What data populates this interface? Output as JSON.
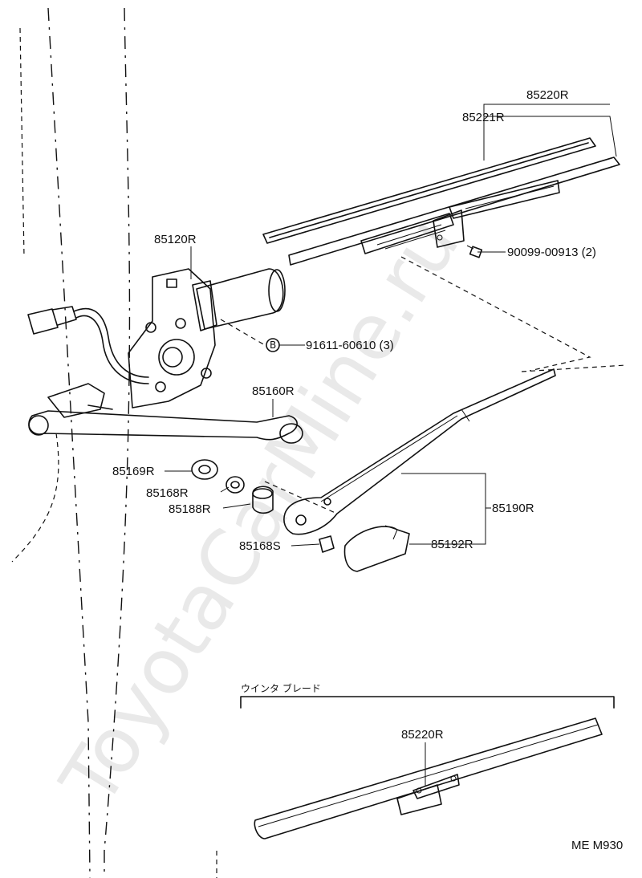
{
  "watermark": "ToyotaCarMine.ru",
  "drawing_code": "ME M930",
  "winter_blade_heading": "ウインタ ブレード",
  "parts": {
    "blade_assembly": "85220R",
    "blade_rubber": "85221R",
    "screw": "90099-00913 (2)",
    "motor": "85120R",
    "bolt_marker": "B",
    "bolt": "91611-60610 (3)",
    "link": "85160R",
    "cushion_a": "85169R",
    "cushion_b": "85168R",
    "pivot_cap": "85188R",
    "nut": "85168S",
    "arm_assembly": "85190R",
    "arm_cover": "85192R",
    "winter_blade": "85220R"
  }
}
